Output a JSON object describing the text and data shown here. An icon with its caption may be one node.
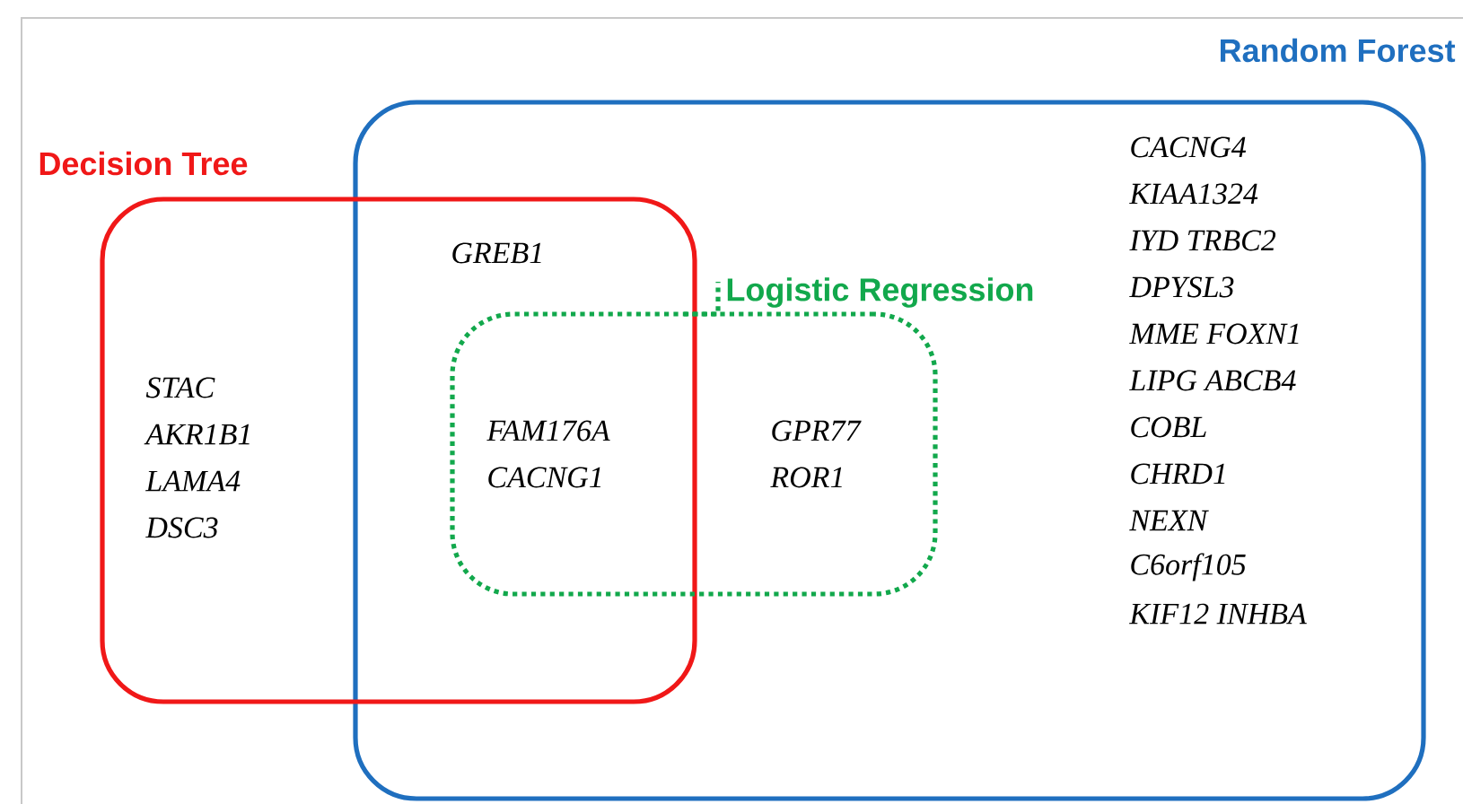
{
  "diagram": {
    "nodes": [
      {
        "text": [
          "Random Forest"
        ]
      },
      {
        "text": [
          "Decision Tree"
        ]
      },
      {
        "text": [
          "Logistic Regression"
        ],
        "in": 0
      }
    ],
    "labels": [
      "CACNG4",
      "KIAA1324",
      "GREB1",
      "IYD TRBC2",
      "DPYSL3",
      "MME FOXN1",
      "STAC",
      "FAM176A",
      "GPR77",
      "LIPG ABCB4",
      "AKR1B1",
      "CACNG1",
      "ROR1",
      "COBL",
      "LAMA4",
      "CHRD1",
      "DSC3",
      "NEXN",
      "C6orf105",
      "KIF12 INHBA"
    ]
  }
}
